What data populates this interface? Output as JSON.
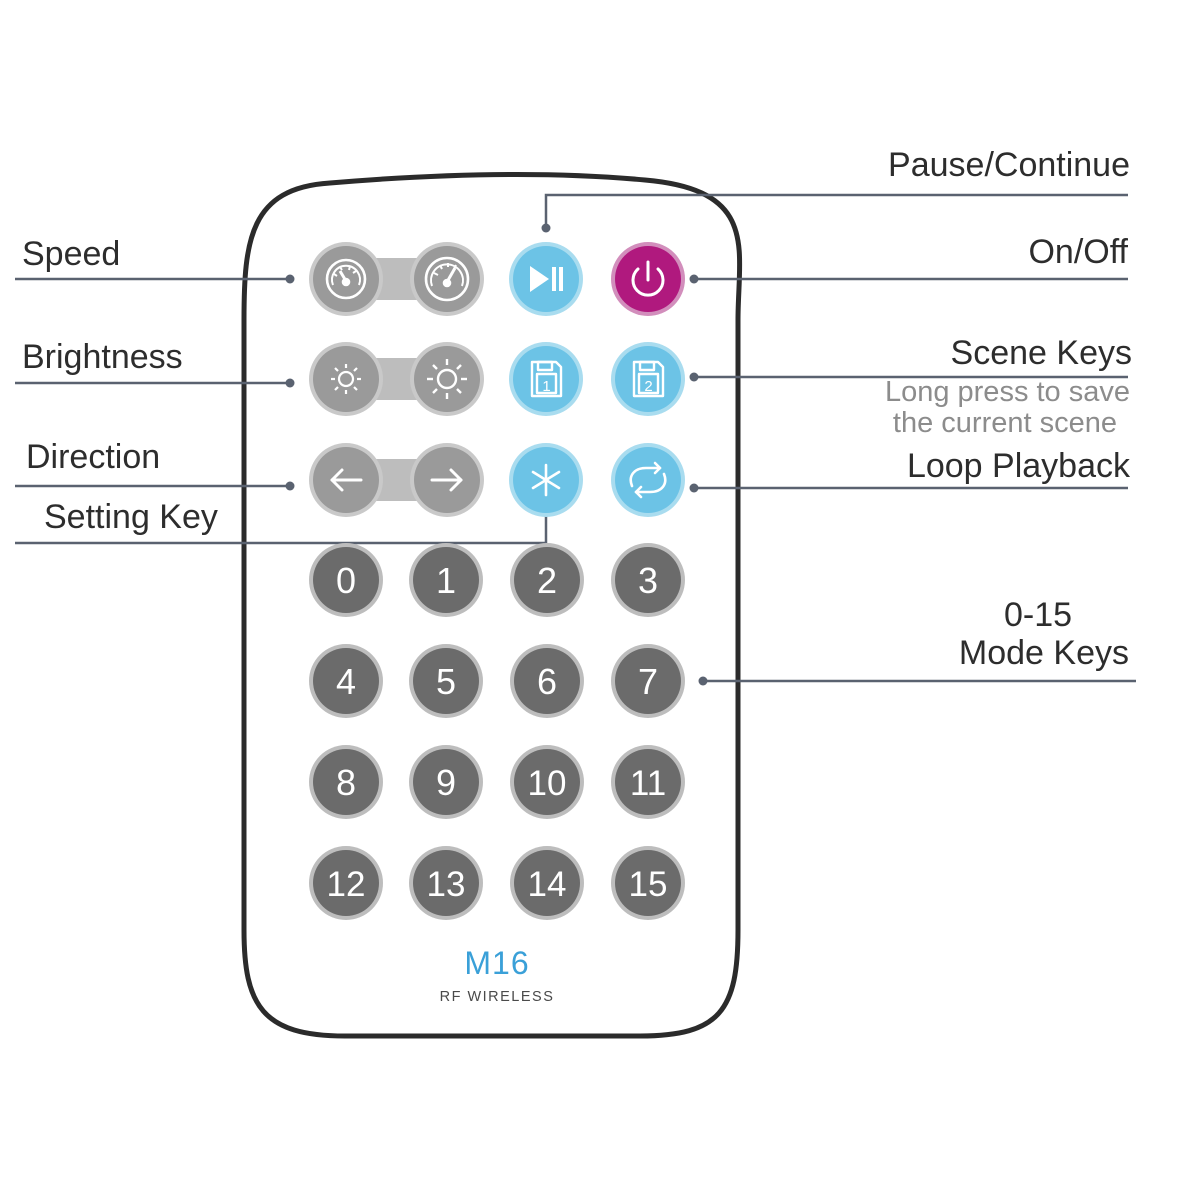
{
  "labels": {
    "pause_continue": "Pause/Continue",
    "on_off": "On/Off",
    "speed": "Speed",
    "brightness": "Brightness",
    "scene_keys": "Scene Keys",
    "scene_sub1": "Long press to save",
    "scene_sub2": "the current scene",
    "direction": "Direction",
    "loop_playback": "Loop Playback",
    "setting_key": "Setting Key",
    "mode_line1": "0-15",
    "mode_line2": "Mode Keys"
  },
  "scene_keys": [
    "1",
    "2"
  ],
  "mode_keys": [
    "0",
    "1",
    "2",
    "3",
    "4",
    "5",
    "6",
    "7",
    "8",
    "9",
    "10",
    "11",
    "12",
    "13",
    "14",
    "15"
  ],
  "brand": {
    "model": "M16",
    "subtitle": "RF WIRELESS"
  },
  "colors": {
    "outline": "#2b2b2b",
    "leader": "#5a6270",
    "gray_key": "#9a9a9a",
    "gray_key_ring": "#c9c9c9",
    "dark_key": "#6b6b6b",
    "dark_key_ring": "#bdbdbd",
    "blue_key": "#6cc3e6",
    "blue_key_ring": "#a9dcef",
    "power_key": "#b0197e",
    "power_key_ring": "#d28ebc",
    "brand": "#3aa0d8"
  },
  "icons": {
    "speed": "speedometer-icon",
    "brightness": "sun-icon",
    "direction": "arrow-icon",
    "pause": "play-pause-icon",
    "power": "power-icon",
    "scene": "floppy-disk-icon",
    "setting": "asterisk-icon",
    "loop": "loop-icon"
  }
}
